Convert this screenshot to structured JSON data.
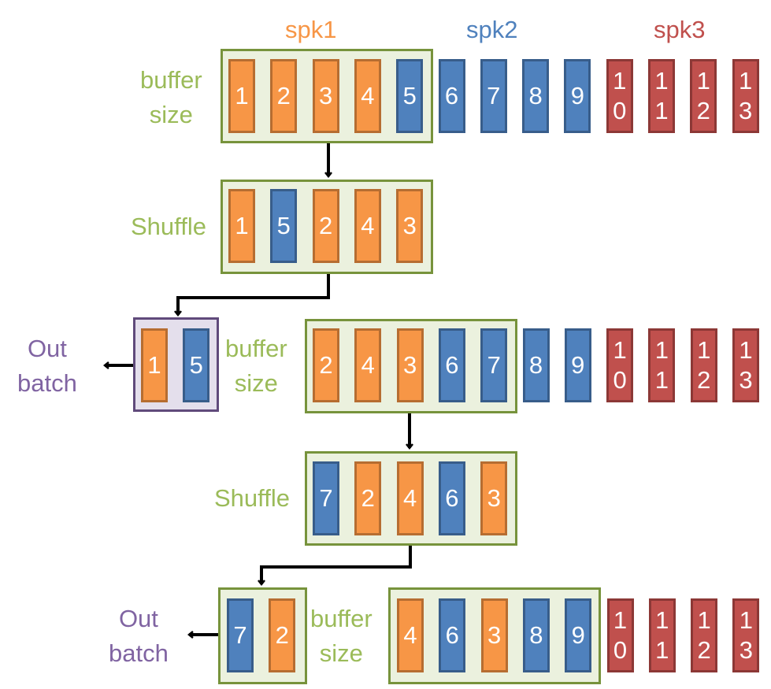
{
  "colors": {
    "spk1": "#f79646",
    "spk2": "#4f81bd",
    "spk3": "#c0504d",
    "buffer_frame": "#77933c",
    "buffer_fill": "#ebf1de",
    "out_frame": "#604a7b",
    "out_fill": "#e4dfec",
    "label_green": "#9bbb59",
    "label_purple": "#8064a2"
  },
  "speakers": {
    "spk1": "spk1",
    "spk2": "spk2",
    "spk3": "spk3"
  },
  "labels": {
    "buffer_size": "buffer\nsize",
    "shuffle": "Shuffle",
    "out_batch": "Out\nbatch"
  },
  "stages": [
    {
      "name": "initial-buffer",
      "tiles": [
        {
          "text": "1",
          "spk": "s1"
        },
        {
          "text": "2",
          "spk": "s1"
        },
        {
          "text": "3",
          "spk": "s1"
        },
        {
          "text": "4",
          "spk": "s1"
        },
        {
          "text": "5",
          "spk": "s2"
        },
        {
          "text": "6",
          "spk": "s2"
        },
        {
          "text": "7",
          "spk": "s2"
        },
        {
          "text": "8",
          "spk": "s2"
        },
        {
          "text": "9",
          "spk": "s2"
        },
        {
          "text": "1\n0",
          "spk": "s3"
        },
        {
          "text": "1\n1",
          "spk": "s3"
        },
        {
          "text": "1\n2",
          "spk": "s3"
        },
        {
          "text": "1\n3",
          "spk": "s3"
        }
      ]
    },
    {
      "name": "shuffle-1",
      "tiles": [
        {
          "text": "1",
          "spk": "s1"
        },
        {
          "text": "5",
          "spk": "s2"
        },
        {
          "text": "2",
          "spk": "s1"
        },
        {
          "text": "4",
          "spk": "s1"
        },
        {
          "text": "3",
          "spk": "s1"
        }
      ]
    },
    {
      "name": "out-batch-1",
      "tiles": [
        {
          "text": "1",
          "spk": "s1"
        },
        {
          "text": "5",
          "spk": "s2"
        }
      ]
    },
    {
      "name": "buffer-2",
      "tiles": [
        {
          "text": "2",
          "spk": "s1"
        },
        {
          "text": "4",
          "spk": "s1"
        },
        {
          "text": "3",
          "spk": "s1"
        },
        {
          "text": "6",
          "spk": "s2"
        },
        {
          "text": "7",
          "spk": "s2"
        },
        {
          "text": "8",
          "spk": "s2"
        },
        {
          "text": "9",
          "spk": "s2"
        },
        {
          "text": "1\n0",
          "spk": "s3"
        },
        {
          "text": "1\n1",
          "spk": "s3"
        },
        {
          "text": "1\n2",
          "spk": "s3"
        },
        {
          "text": "1\n3",
          "spk": "s3"
        }
      ]
    },
    {
      "name": "shuffle-2",
      "tiles": [
        {
          "text": "7",
          "spk": "s2"
        },
        {
          "text": "2",
          "spk": "s1"
        },
        {
          "text": "4",
          "spk": "s1"
        },
        {
          "text": "6",
          "spk": "s2"
        },
        {
          "text": "3",
          "spk": "s1"
        }
      ]
    },
    {
      "name": "out-batch-2",
      "tiles": [
        {
          "text": "7",
          "spk": "s2"
        },
        {
          "text": "2",
          "spk": "s1"
        }
      ]
    },
    {
      "name": "buffer-3",
      "tiles": [
        {
          "text": "4",
          "spk": "s1"
        },
        {
          "text": "6",
          "spk": "s2"
        },
        {
          "text": "3",
          "spk": "s1"
        },
        {
          "text": "8",
          "spk": "s2"
        },
        {
          "text": "9",
          "spk": "s2"
        },
        {
          "text": "1\n0",
          "spk": "s3"
        },
        {
          "text": "1\n1",
          "spk": "s3"
        },
        {
          "text": "1\n2",
          "spk": "s3"
        },
        {
          "text": "1\n3",
          "spk": "s3"
        }
      ]
    }
  ]
}
